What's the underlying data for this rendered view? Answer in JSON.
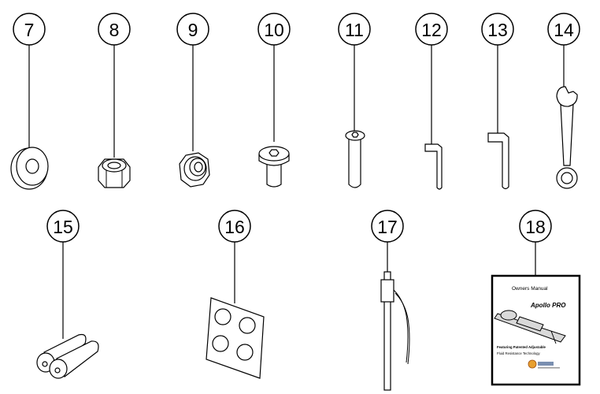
{
  "callouts": [
    {
      "id": "7",
      "label": "7"
    },
    {
      "id": "8",
      "label": "8"
    },
    {
      "id": "9",
      "label": "9"
    },
    {
      "id": "10",
      "label": "10"
    },
    {
      "id": "11",
      "label": "11"
    },
    {
      "id": "12",
      "label": "12"
    },
    {
      "id": "13",
      "label": "13"
    },
    {
      "id": "14",
      "label": "14"
    },
    {
      "id": "15",
      "label": "15"
    },
    {
      "id": "16",
      "label": "16"
    },
    {
      "id": "17",
      "label": "17"
    },
    {
      "id": "18",
      "label": "18"
    }
  ],
  "manual": {
    "title": "Owners Manual",
    "product": "Apollo PRO",
    "tagline_1": "Featuring Patented Adjustable",
    "tagline_2": "Fluid Resistance Technology"
  }
}
